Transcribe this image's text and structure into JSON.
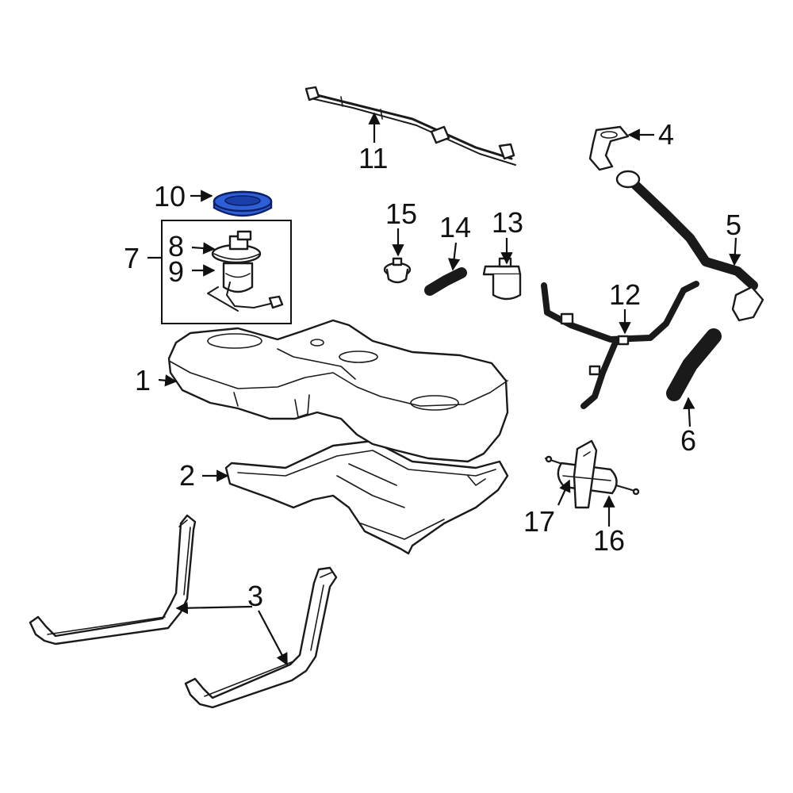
{
  "colors": {
    "line": "#1a1a1a",
    "highlight": "#2e5fd6",
    "highlight_dark": "#0d1f66",
    "background": "#ffffff"
  },
  "highlighted_part": "10",
  "callouts": {
    "c1": "1",
    "c2": "2",
    "c3": "3",
    "c4": "4",
    "c5": "5",
    "c6": "6",
    "c7": "7",
    "c8": "8",
    "c9": "9",
    "c10": "10",
    "c11": "11",
    "c12": "12",
    "c13": "13",
    "c14": "14",
    "c15": "15",
    "c16": "16",
    "c17": "17"
  }
}
